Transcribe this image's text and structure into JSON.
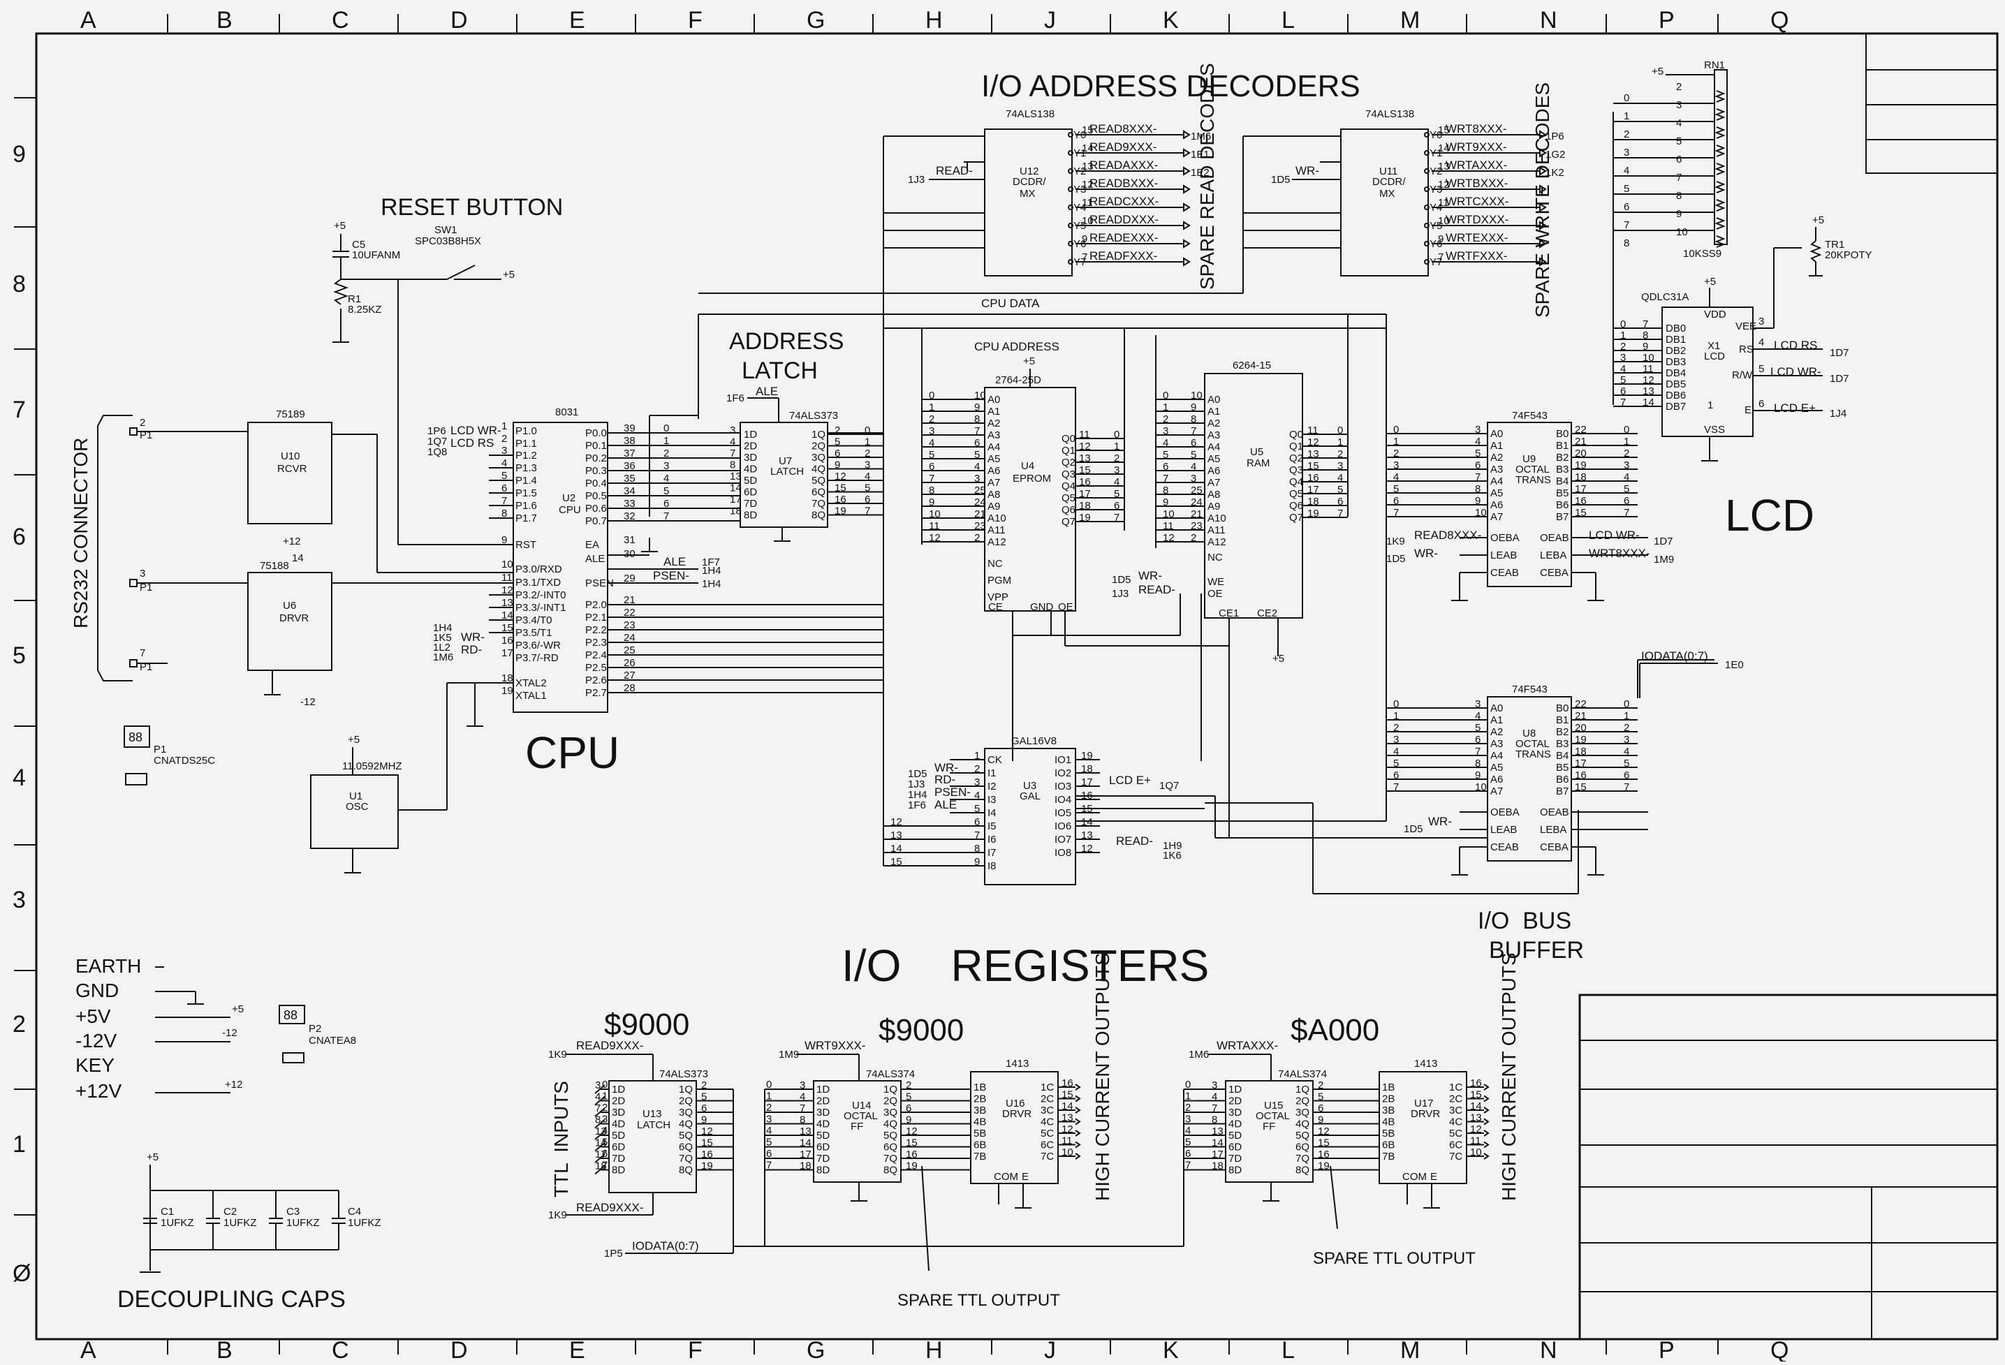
{
  "title": "I/O ADDRESS DECODERS",
  "zones": {
    "columns": [
      "A",
      "B",
      "C",
      "D",
      "E",
      "F",
      "G",
      "H",
      "J",
      "K",
      "L",
      "M",
      "N",
      "P",
      "Q"
    ],
    "rows": [
      "9",
      "8",
      "7",
      "6",
      "5",
      "4",
      "3",
      "2",
      "1",
      "Ø"
    ]
  },
  "sections": {
    "reset": "RESET BUTTON",
    "address_latch_1": "ADDRESS",
    "address_latch_2": "LATCH",
    "cpu": "CPU",
    "lcd": "LCD",
    "io_registers": "I/O    REGISTERS",
    "io_bus_1": "I/O  BUS",
    "io_bus_2": "BUFFER",
    "decoupling": "DECOUPLING CAPS",
    "spare_read": "SPARE READ DECODES",
    "spare_write": "SPARE WRITE DECODES",
    "rs232": "RS232 CONNECTOR",
    "ttl_inputs": "TTL  INPUTS",
    "high_current_1": "HIGH CURRENT OUTPUTS",
    "high_current_2": "HIGH CURRENT OUTPUTS",
    "spare_ttl_1": "SPARE TTL OUTPUT",
    "spare_ttl_2": "SPARE TTL OUTPUT",
    "addr_9000_a": "$9000",
    "addr_9000_b": "$9000",
    "addr_a000": "$A000",
    "cpu_data": "CPU DATA",
    "cpu_address": "CPU ADDRESS"
  },
  "power": {
    "earth": "EARTH",
    "gnd": "GND",
    "p5": "+5V",
    "m12": "-12V",
    "key": "KEY",
    "p12": "+12V"
  },
  "parts": {
    "u12": {
      "type": "74ALS138",
      "ref": "U12",
      "desc": "DCDR/ MX"
    },
    "u11": {
      "type": "74ALS138",
      "ref": "U11",
      "desc": "DCDR/ MX"
    },
    "u2": {
      "type": "8031",
      "ref": "U2",
      "desc": "CPU"
    },
    "u7": {
      "type": "74ALS373",
      "ref": "U7",
      "desc": "LATCH"
    },
    "u4": {
      "type": "2764-25D",
      "ref": "U4",
      "desc": "EPROM"
    },
    "u5": {
      "type": "6264-15",
      "ref": "U5",
      "desc": "RAM"
    },
    "u9": {
      "type": "74F543",
      "ref": "U9",
      "desc": "OCTAL TRANS"
    },
    "u8": {
      "type": "74F543",
      "ref": "U8",
      "desc": "OCTAL TRANS"
    },
    "u3": {
      "type": "GAL16V8",
      "ref": "U3",
      "desc": "GAL"
    },
    "u10": {
      "type": "75189",
      "ref": "U10",
      "desc": "RCVR"
    },
    "u6": {
      "type": "75188",
      "ref": "U6",
      "desc": "DRVR"
    },
    "u1": {
      "type": "11.0592MHZ",
      "ref": "U1",
      "desc": "OSC"
    },
    "x1": {
      "type": "QDLC31A",
      "ref": "X1",
      "desc": "LCD"
    },
    "rn1": {
      "type": "RN1",
      "value": "10KSS9"
    },
    "tr1": {
      "type": "TR1",
      "value": "20KPOTY"
    },
    "u13": {
      "type": "74ALS373",
      "ref": "U13",
      "desc": "LATCH"
    },
    "u14": {
      "type": "74ALS374",
      "ref": "U14",
      "desc": "OCTAL FF"
    },
    "u15": {
      "type": "74ALS374",
      "ref": "U15",
      "desc": "OCTAL FF"
    },
    "u16": {
      "type": "1413",
      "ref": "U16",
      "desc": "DRVR"
    },
    "u17": {
      "type": "1413",
      "ref": "U17",
      "desc": "DRVR"
    },
    "sw1": {
      "type": "SW1",
      "value": "SPC03B8H5X"
    },
    "c5": {
      "ref": "C5",
      "value": "10UFANM"
    },
    "r1": {
      "ref": "R1",
      "value": "8.25KZ"
    },
    "p1": {
      "ref": "P1",
      "value": "CNATDS25C"
    },
    "p2": {
      "ref": "P2",
      "value": "CNATEA8"
    },
    "c1": {
      "ref": "C1",
      "value": "1UFKZ"
    },
    "c2": {
      "ref": "C2",
      "value": "1UFKZ"
    },
    "c3": {
      "ref": "C3",
      "value": "1UFKZ"
    },
    "c4": {
      "ref": "C4",
      "value": "1UFKZ"
    }
  },
  "signals": {
    "read_decodes": [
      "READ8XXX-",
      "READ9XXX-",
      "READAXXX-",
      "READBXXX-",
      "READCXXX-",
      "READDXXX-",
      "READEXXX-",
      "READFXXX-"
    ],
    "write_decodes": [
      "WRT8XXX-",
      "WRT9XXX-",
      "WRTAXXX-",
      "WRTBXXX-",
      "WRTCXXX-",
      "WRTDXXX-",
      "WRTEXXX-",
      "WRTFXXX-"
    ],
    "read_dest": [
      "1M6",
      "1E1",
      "1E2"
    ],
    "write_dest": [
      "1P6",
      "1G2",
      "1K2"
    ],
    "read_in": "READ-",
    "write_in": "WR-",
    "ale": "ALE",
    "psen": "PSEN-",
    "lcd_wr": "LCD WR-",
    "lcd_rs": "LCD RS",
    "lcd_e": "LCD E+",
    "iodata": "IODATA(0:7)",
    "iodata_dest": "1E0",
    "cpu_ports": [
      "P1.0",
      "P1.1",
      "P1.2",
      "P1.3",
      "P1.4",
      "P1.5",
      "P1.6",
      "P1.7",
      "RST",
      "P3.0/RXD",
      "P3.1/TXD",
      "P3.2/-INT0",
      "P3.3/-INT1",
      "P3.4/T0",
      "P3.5/T1",
      "P3.6/-WR",
      "P3.7/-RD",
      "XTAL2",
      "XTAL1"
    ],
    "cpu_right": [
      "P0.0",
      "P0.1",
      "P0.2",
      "P0.3",
      "P0.4",
      "P0.5",
      "P0.6",
      "P0.7",
      "EA",
      "ALE",
      "PSEN",
      "P2.0",
      "P2.1",
      "P2.2",
      "P2.3",
      "P2.4",
      "P2.5",
      "P2.6",
      "P2.7"
    ]
  }
}
